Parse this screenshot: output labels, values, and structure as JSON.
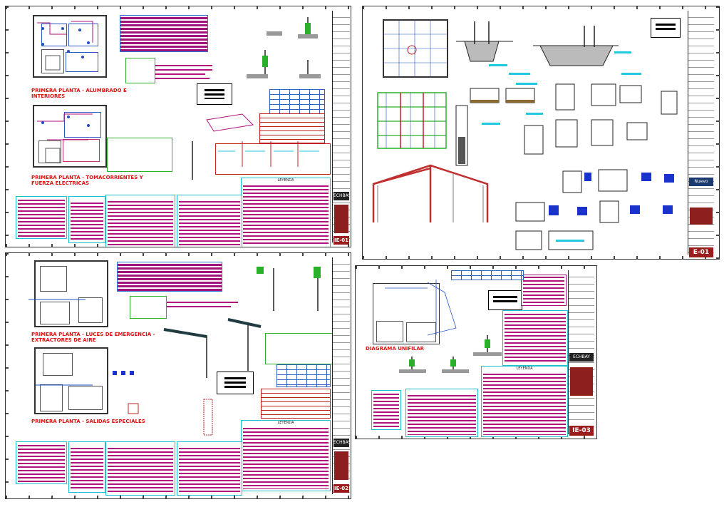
{
  "sheets": [
    {
      "id": "sheet-top-left",
      "code": "IE-01",
      "headings": [
        "PRIMERA PLANTA - ALUMBRADO E INTERIORES",
        "PRIMERA PLANTA - TOMACORRIENTES Y FUERZA ELECTRICAS"
      ]
    },
    {
      "id": "sheet-top-right",
      "code": "E-01",
      "headings": []
    },
    {
      "id": "sheet-bottom-left",
      "code": "IE-02",
      "headings": [
        "PRIMERA PLANTA - LUCES DE EMERGENCIA - EXTRACTORES DE AIRE",
        "PRIMERA PLANTA - SALIDAS ESPECIALES"
      ]
    },
    {
      "id": "sheet-bottom-right",
      "code": "IE-03",
      "headings": [
        "DIAGRAMA UNIFILAR"
      ]
    }
  ],
  "colors": {
    "heading": "#e01010",
    "table": "#a0127a",
    "legend_border": "#20c0d0",
    "title_block_red": "#9b1c1c",
    "structure_red": "#c03030",
    "accent_cyan": "#20c8e0"
  }
}
